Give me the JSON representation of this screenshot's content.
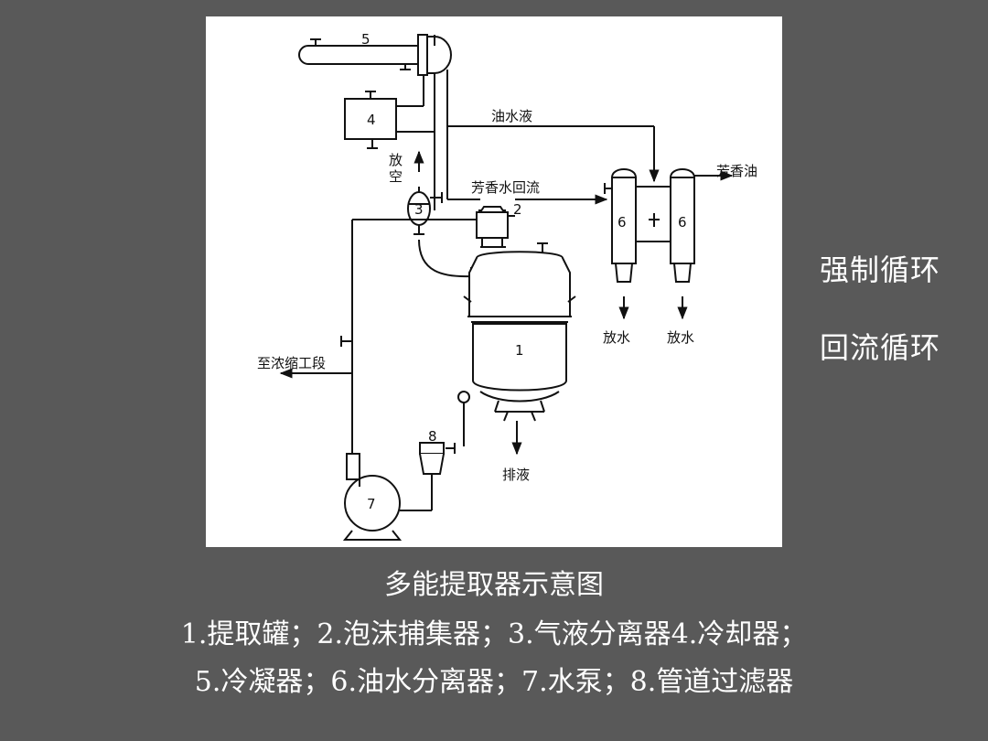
{
  "diagram": {
    "labels": {
      "n1": "1",
      "n2": "2",
      "n3": "3",
      "n4": "4",
      "n5": "5",
      "n6a": "6",
      "n6b": "6",
      "n7": "7",
      "n8": "8",
      "oil_water": "油水液",
      "fragrant_reflux": "芳香水回流",
      "aromatic_oil": "芳香油",
      "vent_1": "放",
      "vent_2": "空",
      "drain_a": "放水",
      "drain_b": "放水",
      "to_concentration": "至浓缩工段",
      "discharge": "排液"
    }
  },
  "side_labels": {
    "forced": "强制循环",
    "reflux": "回流循环"
  },
  "caption": {
    "title": "多能提取器示意图",
    "line1": "1.提取罐；2.泡沫捕集器；3.气液分离器4.冷却器；",
    "line2": "5.冷凝器；6.油水分离器；7.水泵；8.管道过滤器"
  }
}
